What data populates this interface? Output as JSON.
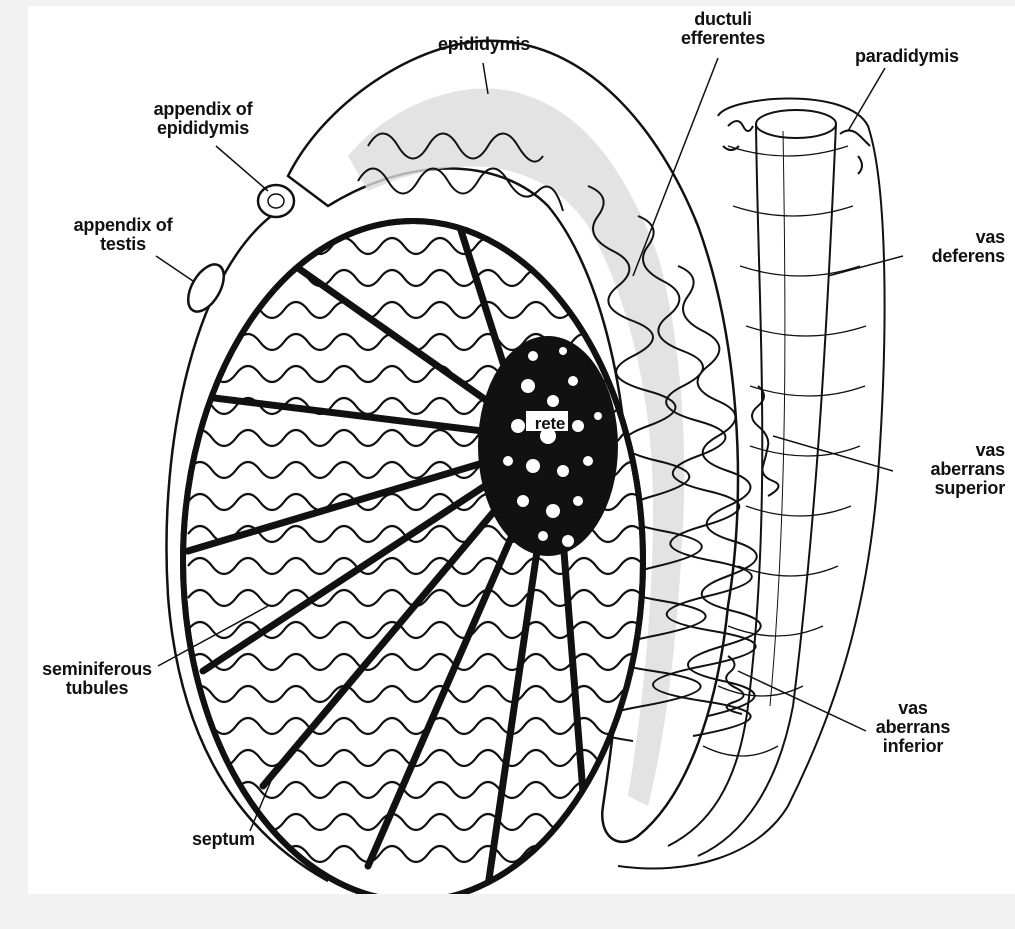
{
  "figure": {
    "labels": {
      "epididymis": "epididymis",
      "ductuli_1": "ductuli",
      "ductuli_2": "efferentes",
      "paradidymis": "paradidymis",
      "appendix_epididymis_1": "appendix of",
      "appendix_epididymis_2": "epididymis",
      "appendix_testis_1": "appendix of",
      "appendix_testis_2": "testis",
      "vas_deferens_1": "vas",
      "vas_deferens_2": "deferens",
      "rete": "rete",
      "vas_aberrans_sup_1": "vas",
      "vas_aberrans_sup_2": "aberrans",
      "vas_aberrans_sup_3": "superior",
      "seminiferous_1": "seminiferous",
      "seminiferous_2": "tubules",
      "vas_aberrans_inf_1": "vas",
      "vas_aberrans_inf_2": "aberrans",
      "vas_aberrans_inf_3": "inferior",
      "septum": "septum"
    },
    "colors": {
      "ink": "#111111",
      "paper": "#ffffff",
      "stipple": "#d9d9d9",
      "frame": "#f2f2f2"
    }
  }
}
